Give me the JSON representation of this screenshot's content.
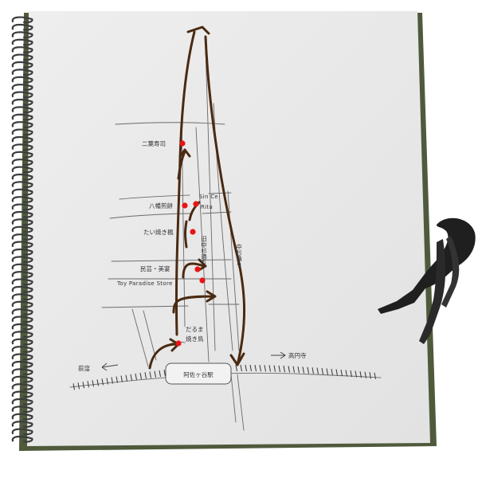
{
  "map": {
    "places": [
      {
        "id": "futaba-sushi",
        "label": "二葉寿司"
      },
      {
        "id": "hachiman-mochi",
        "label": "八幡煎餅"
      },
      {
        "id": "sin-ce-rita",
        "label": "Sin Ce Rita",
        "lines": [
          "Sin Ce",
          "Rita"
        ]
      },
      {
        "id": "taiyaki",
        "label": "たい焼き楓"
      },
      {
        "id": "minami-biyo",
        "label": "民芸・美宴"
      },
      {
        "id": "toy-paradise",
        "label": "Toy Paradise Store"
      },
      {
        "id": "daruma",
        "label": "だるま焼き鳥",
        "lines": [
          "だるま",
          "焼き鳥"
        ]
      }
    ],
    "streets": {
      "old_shopping": "旧中杉通り",
      "nakasugi": "中杉通り"
    },
    "station": "阿佐ヶ谷駅",
    "directions": {
      "west": "荻窪",
      "east": "高円寺"
    },
    "colors": {
      "route": "#4a2a12",
      "marker": "#e81515",
      "pencil": "#555555",
      "paper": "#ebebeb",
      "cover": "#4f5a3c"
    }
  }
}
